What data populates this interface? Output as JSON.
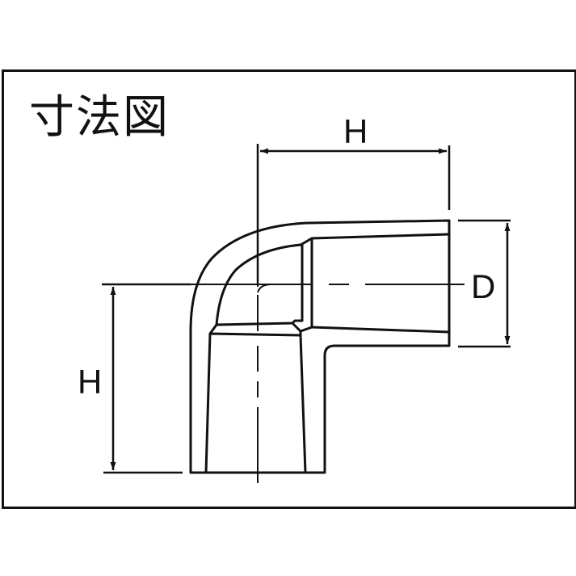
{
  "diagram": {
    "title": "寸法図",
    "subject": "90-degree elbow pipe fitting",
    "labels": {
      "top_dimension": "H",
      "left_dimension": "H",
      "right_dimension": "D"
    },
    "colors": {
      "line": "#111111",
      "background": "#ffffff"
    }
  }
}
